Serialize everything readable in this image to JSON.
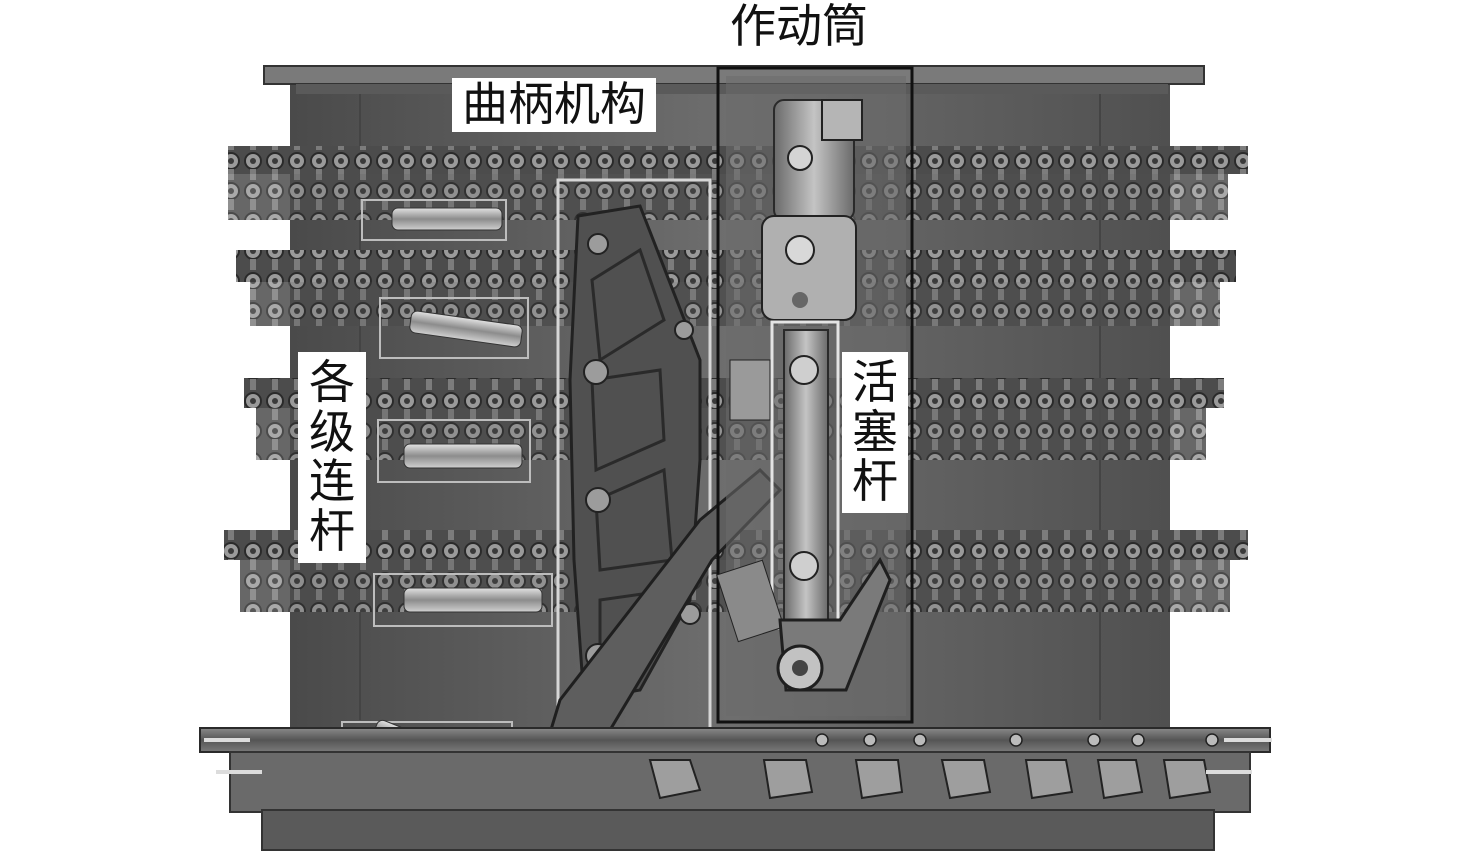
{
  "labels": {
    "actuator": "作动筒",
    "crank_mechanism": "曲柄机构",
    "stage_links": [
      "各",
      "级",
      "连",
      "杆"
    ],
    "piston_rod": [
      "活",
      "塞",
      "杆"
    ]
  },
  "colors": {
    "background": "#ffffff",
    "frame_dark": "#3a3a3a",
    "frame_mid": "#6b6b6b",
    "frame_light": "#9a9a9a",
    "metal_light": "#c8c8c8",
    "outline_black": "#111111",
    "outline_white": "#e8e8e8"
  }
}
